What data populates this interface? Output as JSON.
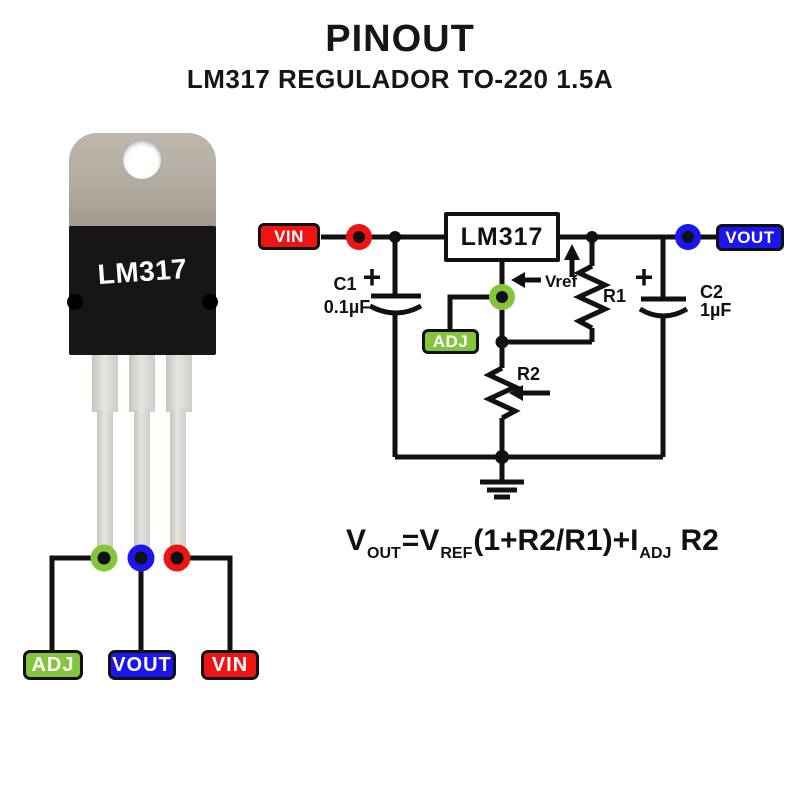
{
  "header": {
    "title": "PINOUT",
    "subtitle": "LM317 REGULADOR TO-220 1.5A"
  },
  "package": {
    "chip_label": "LM317",
    "pins": [
      {
        "label": "ADJ",
        "color": "#85c53e"
      },
      {
        "label": "VOUT",
        "color": "#1b15ee"
      },
      {
        "label": "VIN",
        "color": "#ee1414"
      }
    ]
  },
  "schematic": {
    "vin_label": "VIN",
    "vout_label": "VOUT",
    "adj_label": "ADJ",
    "ic_label": "LM317",
    "c1_name": "C1",
    "c1_value": "0.1µF",
    "c1_plus": "+",
    "c2_name": "C2",
    "c2_value": "1µF",
    "c2_plus": "+",
    "r1_label": "R1",
    "r2_label": "R2",
    "vref_label": "Vref"
  },
  "formula": {
    "v1": "V",
    "sub1": "OUT",
    "eq": "=",
    "v2": "V",
    "sub2": "REF",
    "mid": "(1+R2/R1)+I",
    "sub3": "ADJ",
    "tail": "R2"
  },
  "colors": {
    "red": "#ee1414",
    "green": "#85c53e",
    "blue": "#1b15ee",
    "line": "#111111"
  }
}
